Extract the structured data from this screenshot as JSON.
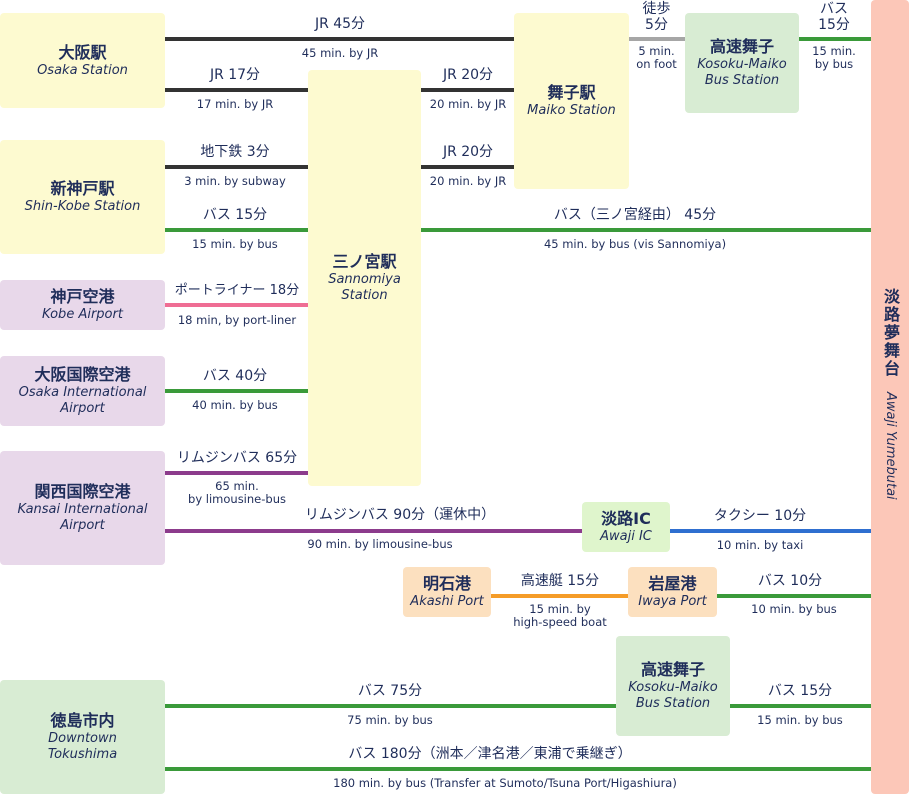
{
  "colors": {
    "station_yellow": "#fdfad0",
    "tokushima_green": "#d8ecd3",
    "airport_purple": "#e8d8ea",
    "port_orange": "#fce0bf",
    "ic_green": "#dff5cc",
    "yumebutai_pink": "#fcc7b8",
    "jr_line": "#333333",
    "bus_line": "#3a9a3a",
    "portliner_line": "#ef6d94",
    "limousine_line": "#8c3b8c",
    "walk_line": "#a6a6a6",
    "taxi_line": "#2f6fd0",
    "boat_line": "#f59c28"
  },
  "nodes": {
    "osaka": {
      "jp": "大阪駅",
      "en": "Osaka Station"
    },
    "shinkobe": {
      "jp": "新神戸駅",
      "en": "Shin-Kobe Station"
    },
    "kobe_airport": {
      "jp": "神戸空港",
      "en": "Kobe Airport"
    },
    "itami": {
      "jp": "大阪国際空港",
      "en1": "Osaka International",
      "en2": "Airport"
    },
    "kansai": {
      "jp": "関西国際空港",
      "en1": "Kansai International",
      "en2": "Airport"
    },
    "tokushima": {
      "jp": "徳島市内",
      "en1": "Downtown",
      "en2": "Tokushima"
    },
    "sannomiya": {
      "jp": "三ノ宮駅",
      "en1": "Sannomiya",
      "en2": "Station"
    },
    "maiko": {
      "jp": "舞子駅",
      "en": "Maiko Station"
    },
    "kosoku_top": {
      "jp": "高速舞子",
      "en1": "Kosoku-Maiko",
      "en2": "Bus Station"
    },
    "kosoku_bottom": {
      "jp": "高速舞子",
      "en1": "Kosoku-Maiko",
      "en2": "Bus Station"
    },
    "awaji_ic": {
      "jp": "淡路IC",
      "en": "Awaji IC"
    },
    "akashi": {
      "jp": "明石港",
      "en": "Akashi Port"
    },
    "iwaya": {
      "jp": "岩屋港",
      "en": "Iwaya Port"
    },
    "yumebutai": {
      "jp": "淡路夢舞台",
      "en": "Awaji Yumebutai"
    }
  },
  "routes": {
    "osaka_maiko": {
      "jp": "JR 45分",
      "en": "45 min. by JR"
    },
    "osaka_sannomiya": {
      "jp": "JR 17分",
      "en": "17 min. by JR"
    },
    "sannomiya_maiko_1": {
      "jp": "JR 20分",
      "en": "20 min. by JR"
    },
    "sannomiya_maiko_2": {
      "jp": "JR 20分",
      "en": "20 min. by JR"
    },
    "maiko_walk": {
      "jp1": "徒歩",
      "jp2": "5分",
      "en1": "5 min.",
      "en2": "on foot"
    },
    "kosoku_bus_top": {
      "jp1": "バス",
      "jp2": "15分",
      "en1": "15 min.",
      "en2": "by bus"
    },
    "shinkobe_subway": {
      "jp": "地下鉄 3分",
      "en": "3 min. by subway"
    },
    "shinkobe_bus": {
      "jp": "バス 15分",
      "en": "15 min. by bus"
    },
    "sannomiya_bus": {
      "jp": "バス（三ノ宮経由） 45分",
      "en": "45 min. by bus (vis Sannomiya)"
    },
    "portliner": {
      "jp": "ポートライナー 18分",
      "en": "18 min, by port-liner"
    },
    "itami_bus": {
      "jp": "バス 40分",
      "en": "40 min. by bus"
    },
    "kansai_limo_65": {
      "jp": "リムジンバス 65分",
      "en1": "65 min.",
      "en2": "by limousine-bus"
    },
    "kansai_limo_90": {
      "jp": "リムジンバス 90分（運休中）",
      "en": "90 min. by limousine-bus"
    },
    "taxi": {
      "jp": "タクシー 10分",
      "en": "10 min. by taxi"
    },
    "boat": {
      "jp": "高速艇 15分",
      "en1": "15 min. by",
      "en2": "high-speed boat"
    },
    "iwaya_bus": {
      "jp": "バス 10分",
      "en": "10 min. by bus"
    },
    "tokushima_bus_75": {
      "jp": "バス 75分",
      "en": "75 min. by bus"
    },
    "kosoku_bus_bottom": {
      "jp": "バス 15分",
      "en": "15 min. by bus"
    },
    "tokushima_bus_180": {
      "jp": "バス 180分（洲本／津名港／東浦で乗継ぎ）",
      "en": "180 min. by bus (Transfer at Sumoto/Tsuna Port/Higashiura)"
    }
  }
}
